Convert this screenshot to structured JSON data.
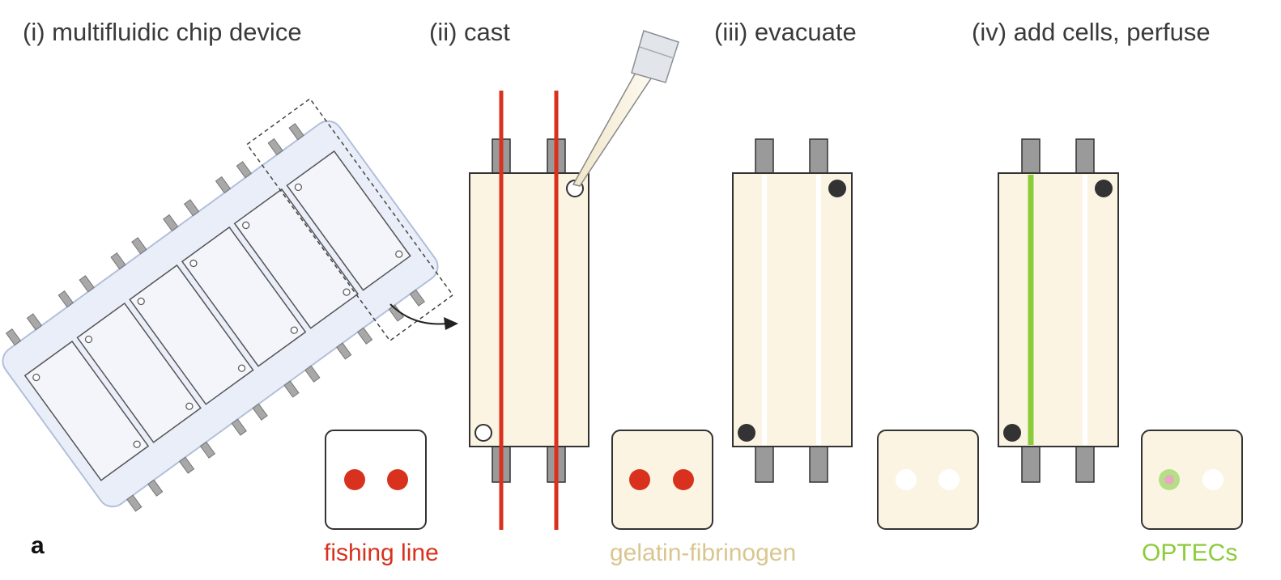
{
  "steps": {
    "i": "(i) multifluidic chip device",
    "ii": "(ii) cast",
    "iii": "(iii) evacuate",
    "iv": "(iv) add cells, perfuse"
  },
  "legend": {
    "fishing_line": "fishing line",
    "gel": "gelatin-fibrinogen",
    "cells": "OPTECs"
  },
  "panel_label": "a",
  "colors": {
    "fishing_line": "#d8321e",
    "gel": "#fbf4e2",
    "gel_text": "#d9c68f",
    "cells": "#8ccc3a",
    "chip_fill": "#e9eef9",
    "port": "#9a9a9a",
    "outline": "#333333"
  }
}
